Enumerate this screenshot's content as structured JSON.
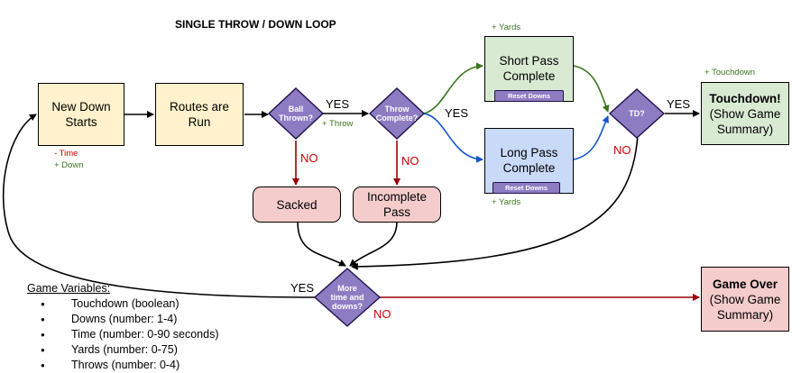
{
  "title": "SINGLE THROW / DOWN LOOP",
  "nodes": {
    "new_down": "New Down\nStarts",
    "routes": "Routes are\nRun",
    "ball_thrown": "Ball\nThrown?",
    "throw_complete": "Throw\nComplete?",
    "short_pass": "Short Pass\nComplete",
    "long_pass": "Long Pass\nComplete",
    "td": "TD?",
    "touchdown_title": "Touchdown!",
    "touchdown_sub": "(Show Game\nSummary)",
    "sacked": "Sacked",
    "incomplete": "Incomplete\nPass",
    "more_time": "More\ntime and\ndowns?",
    "game_over_title": "Game Over",
    "game_over_sub": "(Show Game\nSummary)"
  },
  "badges": {
    "short_reset": "Reset Downs",
    "long_reset": "Reset Downs"
  },
  "labels": {
    "yes1": "YES",
    "yes2": "YES",
    "yes3": "YES",
    "yes4": "YES",
    "no1": "NO",
    "no2": "NO",
    "no3": "NO",
    "no4": "NO"
  },
  "notes": {
    "minus_time": "- Time",
    "plus_down": "+ Down",
    "plus_throw": "+ Throw",
    "plus_yards_top": "+ Yards",
    "plus_yards_bottom": "+ Yards",
    "plus_touchdown": "+ Touchdown"
  },
  "game_variables": {
    "header": "Game Variables:",
    "items": [
      "Touchdown  (boolean)",
      "Downs (number: 1-4)",
      "Time (number: 0-90 seconds)",
      "Yards (number: 0-75)",
      "Throws (number: 0-4)"
    ]
  },
  "colors": {
    "decision": "#8e7cc3",
    "no_arrow": "#990000",
    "short_arrow": "#38761d",
    "long_arrow": "#1155cc",
    "yellow_box": "#fff2cc",
    "pink_box": "#f4cccc",
    "green_box": "#d9ead3",
    "blue_box": "#c9daf8"
  }
}
